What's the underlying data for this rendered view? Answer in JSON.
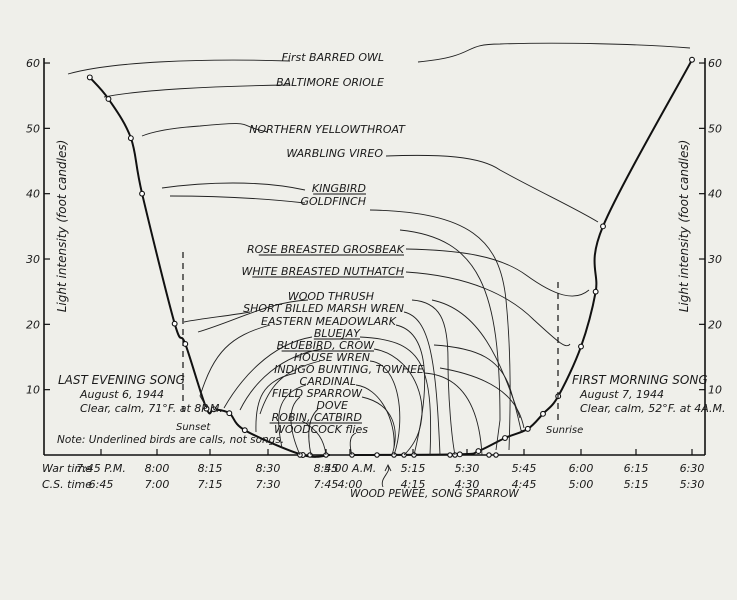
{
  "chart_data": {
    "type": "line",
    "ylabel_left": "Light intensity (foot candles)",
    "ylabel_right": "Light intensity (foot candles)",
    "ylim": [
      0,
      60
    ],
    "yticks_left": [
      10,
      20,
      30,
      40,
      50,
      60
    ],
    "yticks_right": [
      10,
      20,
      30,
      40,
      50,
      60
    ],
    "row_labels": {
      "war": "War time",
      "cs": "C.S. time"
    },
    "war_ticks": [
      "7:45 P.M.",
      "8:00",
      "8:15",
      "8:30",
      "8:45",
      "5:00 A.M.",
      "5:15",
      "5:30",
      "5:45",
      "6:00",
      "6:15",
      "6:30"
    ],
    "cs_ticks": [
      "6:45",
      "7:00",
      "7:15",
      "7:30",
      "7:45",
      "4:00",
      "4:15",
      "4:30",
      "4:45",
      "5:00",
      "5:15",
      "5:30"
    ],
    "evening": {
      "title": "LAST EVENING SONG",
      "date": "August 6, 1944",
      "weather": "Clear, calm, 71°F. at 8P.M.",
      "event_label": "Sunset"
    },
    "morning": {
      "title": "FIRST MORNING SONG",
      "date": "August 7, 1944",
      "weather": "Clear, calm, 52°F. at 4A.M.",
      "event_label": "Sunrise"
    },
    "note": "Note: Underlined birds are calls, not songs.",
    "bottom_label": "WOOD PEWEE, SONG SPARROW",
    "evening_curve": [
      {
        "time": "7:42",
        "lux": 57.8
      },
      {
        "time": "7:47",
        "lux": 54.5
      },
      {
        "time": "7:53",
        "lux": 48.5
      },
      {
        "time": "7:56",
        "lux": 40
      },
      {
        "time": "8:05",
        "lux": 20.1
      },
      {
        "time": "8:08",
        "lux": 17
      },
      {
        "time": "8:14",
        "lux": 7.1
      },
      {
        "time": "8:16",
        "lux": 7
      },
      {
        "time": "8:20",
        "lux": 6.4
      },
      {
        "time": "8:24",
        "lux": 3.8
      },
      {
        "time": "8:39",
        "lux": 0
      },
      {
        "time": "8:46",
        "lux": 0
      }
    ],
    "morning_curve": [
      {
        "time": "5:00",
        "lux": 0
      },
      {
        "time": "5:28",
        "lux": 0.1
      },
      {
        "time": "5:33",
        "lux": 0.6
      },
      {
        "time": "5:40",
        "lux": 2.6
      },
      {
        "time": "5:46",
        "lux": 4
      },
      {
        "time": "5:50",
        "lux": 6.3
      },
      {
        "time": "5:54",
        "lux": 9
      },
      {
        "time": "6:00",
        "lux": 16.6
      },
      {
        "time": "6:04",
        "lux": 25
      },
      {
        "time": "6:06",
        "lux": 35
      },
      {
        "time": "6:30",
        "lux": 60.5
      }
    ],
    "birds": [
      {
        "name": "First BARRED OWL",
        "call": false
      },
      {
        "name": "BALTIMORE ORIOLE",
        "call": false
      },
      {
        "name": "NORTHERN YELLOWTHROAT",
        "call": false
      },
      {
        "name": "WARBLING VIREO",
        "call": false
      },
      {
        "name": "KINGBIRD",
        "call": true
      },
      {
        "name": "GOLDFINCH",
        "call": false
      },
      {
        "name": "ROSE BREASTED GROSBEAK",
        "call": true
      },
      {
        "name": "WHITE BREASTED NUTHATCH",
        "call": true
      },
      {
        "name": "WOOD THRUSH",
        "call": false
      },
      {
        "name": "SHORT BILLED MARSH WREN",
        "call": false
      },
      {
        "name": "EASTERN MEADOWLARK",
        "call": false
      },
      {
        "name": "BLUEJAY",
        "call": true
      },
      {
        "name": "BLUEBIRD, CROW",
        "call": true
      },
      {
        "name": "HOUSE WREN",
        "call": false
      },
      {
        "name": "INDIGO BUNTING, TOWHEE",
        "call": false
      },
      {
        "name": "CARDINAL",
        "call": false
      },
      {
        "name": "FIELD SPARROW",
        "call": false
      },
      {
        "name": "DOVE",
        "call": false
      },
      {
        "name": "ROBIN, CATBIRD",
        "call": true
      },
      {
        "name": "WOODCOCK flies",
        "call": false
      }
    ]
  }
}
